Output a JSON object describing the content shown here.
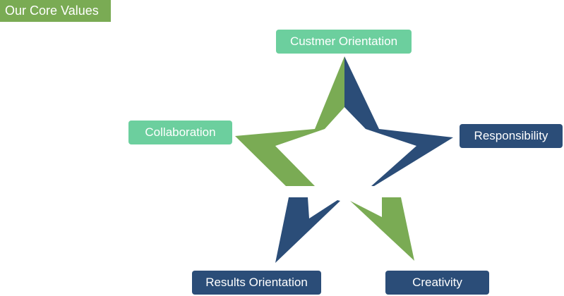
{
  "title": "Our Core Values",
  "values": {
    "customer_orientation": "Custmer Orientation",
    "collaboration": "Collaboration",
    "responsibility": "Responsibility",
    "results_orientation": "Results Orientation",
    "creativity": "Creativity"
  },
  "colors": {
    "green": "#7aab54",
    "navy": "#2b4d78",
    "mint": "#6ccf9e"
  }
}
